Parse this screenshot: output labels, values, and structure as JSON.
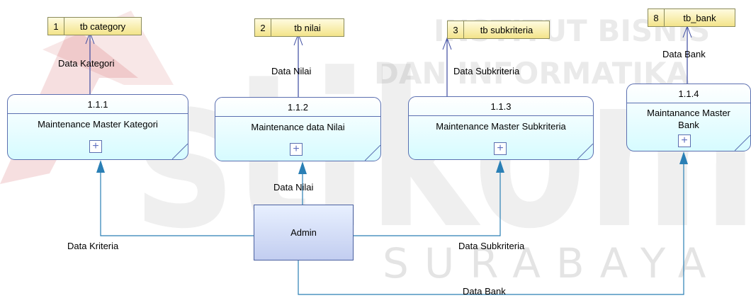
{
  "watermark": {
    "line1": "INSTITUT BISNIS",
    "line2": "DAN INFORMATIKA",
    "logo": "stikom",
    "city": "SURABAYA"
  },
  "datastores": [
    {
      "num": "1",
      "name": "tb category"
    },
    {
      "num": "2",
      "name": "tb nilai"
    },
    {
      "num": "3",
      "name": "tb subkriteria"
    },
    {
      "num": "8",
      "name": "tb_bank"
    }
  ],
  "processes": [
    {
      "id": "1.1.1",
      "title": "Maintenance Master Kategori"
    },
    {
      "id": "1.1.2",
      "title": "Maintenance data Nilai"
    },
    {
      "id": "1.1.3",
      "title": "Maintenance Master Subkriteria"
    },
    {
      "id": "1.1.4",
      "title": "Maintanance Master Bank"
    }
  ],
  "entity": {
    "name": "Admin"
  },
  "flows": {
    "p1_to_ds1": "Data Kategori",
    "p2_to_ds2": "Data Nilai",
    "p3_to_ds3": "Data Subkriteria",
    "p4_to_ds8": "Data Bank",
    "admin_to_p1": "Data Kriteria",
    "admin_to_p2": "Data Nilai",
    "admin_to_p3": "Data Subkriteria",
    "admin_to_p4": "Data Bank"
  },
  "colors": {
    "datastore_fill": "#f3e48a",
    "process_border": "#5b6fb0",
    "flow_line": "#2a7fb5",
    "watermark_red": "#c8383c"
  }
}
